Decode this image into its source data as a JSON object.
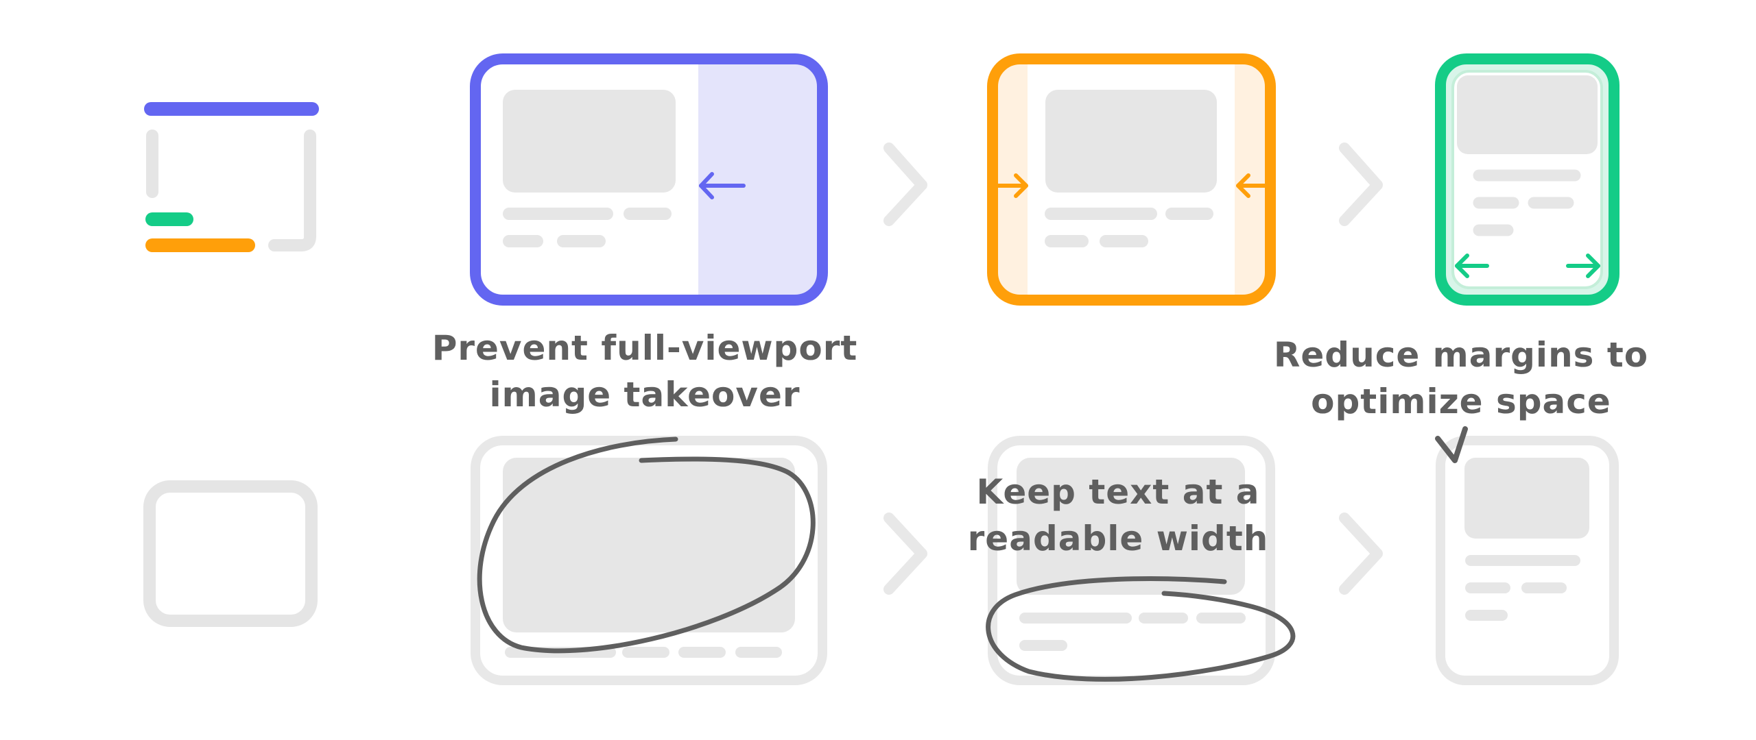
{
  "annotations": {
    "prevent": {
      "line1": "Prevent full-viewport",
      "line2": "image takeover"
    },
    "readable": {
      "line1": "Keep text at a",
      "line2": "readable width"
    },
    "reduce": {
      "line1": "Reduce margins to",
      "line2": "optimize space"
    }
  },
  "colors": {
    "desktop_accent": "#6366f1",
    "desktop_fill": "#e4e4fb",
    "tablet_accent": "#ff9f0a",
    "tablet_fill": "#fff1e0",
    "mobile_accent": "#14cc87",
    "mobile_fill": "#d8f5e9",
    "placeholder": "#e6e6e6",
    "outline_grey": "#e5e5e5",
    "ink": "#5f5f5f"
  },
  "icons": [
    "layout-legend-icon",
    "chevron-right-icon",
    "arrow-left-icon",
    "arrow-right-icon",
    "checkmark-icon"
  ]
}
